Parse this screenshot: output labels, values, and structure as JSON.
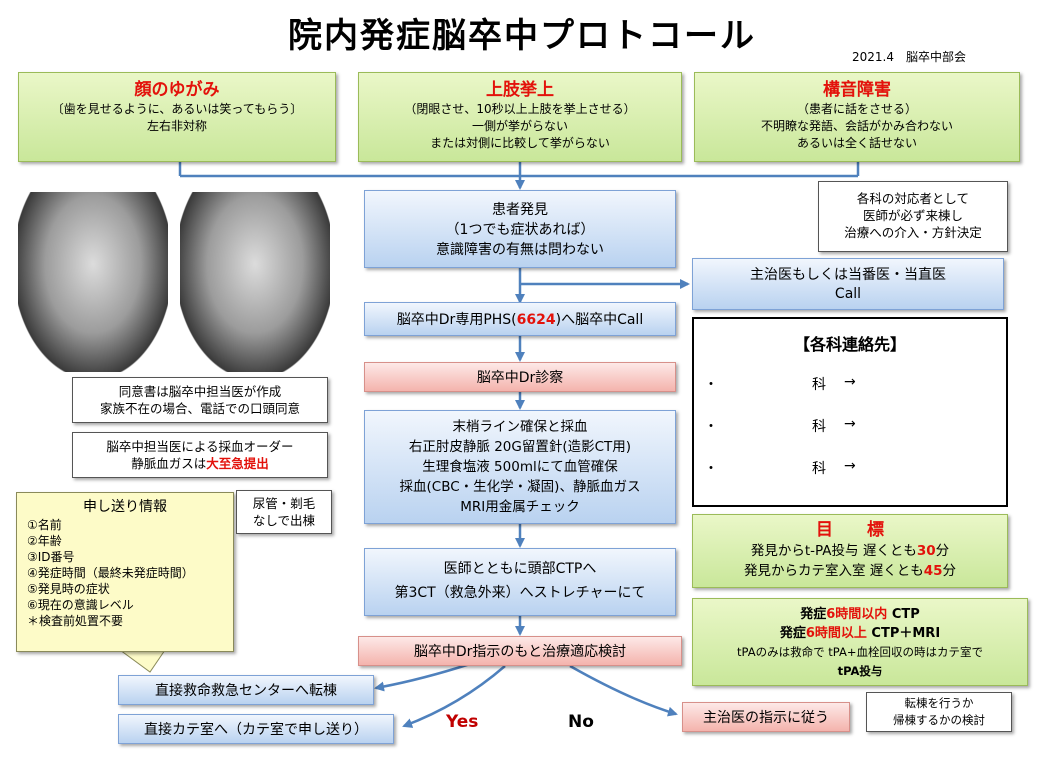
{
  "title": "院内発症脳卒中プロトコール",
  "date": "2021.4　脳卒中部会",
  "symptoms": [
    {
      "heading": "顔のゆがみ",
      "lines": [
        "〔歯を見せるように、あるいは笑ってもらう〕",
        "左右非対称"
      ]
    },
    {
      "heading": "上肢挙上",
      "lines": [
        "（閉眼させ、10秒以上上肢を挙上させる）",
        "一側が挙がらない",
        "または対側に比較して挙がらない"
      ]
    },
    {
      "heading": "構音障害",
      "lines": [
        "（患者に話をさせる）",
        "不明瞭な発語、会話がかみ合わない",
        "あるいは全く話せない"
      ]
    }
  ],
  "discovery": [
    "患者発見",
    "（1つでも症状あれば）",
    "意識障害の有無は問わない"
  ],
  "dept_note": [
    "各科の対応者として",
    "医師が必ず来棟し",
    "治療への介入・方針決定"
  ],
  "attending_call": [
    "主治医もしくは当番医・当直医",
    "Call"
  ],
  "phs": {
    "before": "脳卒中Dr専用PHS(",
    "number": "6624",
    "after": ")へ脳卒中Call"
  },
  "contacts": {
    "title": "【各科連絡先】",
    "items": [
      "科",
      "科",
      "科"
    ],
    "bullet": "・",
    "arrow": "→"
  },
  "consent_note": [
    "同意書は脳卒中担当医が作成",
    "家族不在の場合、電話での口頭同意"
  ],
  "exam": "脳卒中Dr診察",
  "blood_note": {
    "line1": "脳卒中担当医による採血オーダー",
    "line2_before": "静脈血ガスは",
    "line2_red": "大至急提出"
  },
  "line_setup": [
    "末梢ライン確保と採血",
    "右正肘皮静脈 20G留置針(造影CT用)",
    "生理食塩液 500mlにて血管確保",
    "採血(CBC・生化学・凝固)、静脈血ガス",
    "MRI用金属チェック"
  ],
  "goal": {
    "heading": "目　　標",
    "line1_before": "発見からt-PA投与 遅くとも",
    "line1_num": "30",
    "line1_after": "分",
    "line2_before": "発見からカテ室入室 遅くとも",
    "line2_num": "45",
    "line2_after": "分"
  },
  "handover": {
    "title": "申し送り情報",
    "items": [
      "①名前",
      "②年齢",
      "③ID番号",
      "④発症時間（最終未発症時間）",
      "⑤発見時の症状",
      "⑥現在の意識レベル",
      "＊検査前処置不要"
    ]
  },
  "catheter_note": [
    "尿管・剃毛",
    "なしで出棟"
  ],
  "ctp": [
    "医師とともに頭部CTPへ",
    "第3CT（救急外来）へストレチャーにて"
  ],
  "timing": {
    "l1_a": "発症",
    "l1_b": "6時間",
    "l1_c": "以内",
    "l1_d": " CTP",
    "l2_a": "発症",
    "l2_b": "6時間",
    "l2_c": "以上",
    "l2_d": " CTP＋MRI",
    "l3": "tPAのみは救命で tPA+血栓回収の時はカテ室で",
    "l4": "tPA投与"
  },
  "decision": "脳卒中Dr指示のもと治療適応検討",
  "transfer_er": "直接救命救急センターへ転棟",
  "transfer_cath": "直接カテ室へ（カテ室で申し送り）",
  "yes": "Yes",
  "no": "No",
  "follow": "主治医の指示に従う",
  "follow_note": [
    "転棟を行うか",
    "帰棟するかの検討"
  ]
}
